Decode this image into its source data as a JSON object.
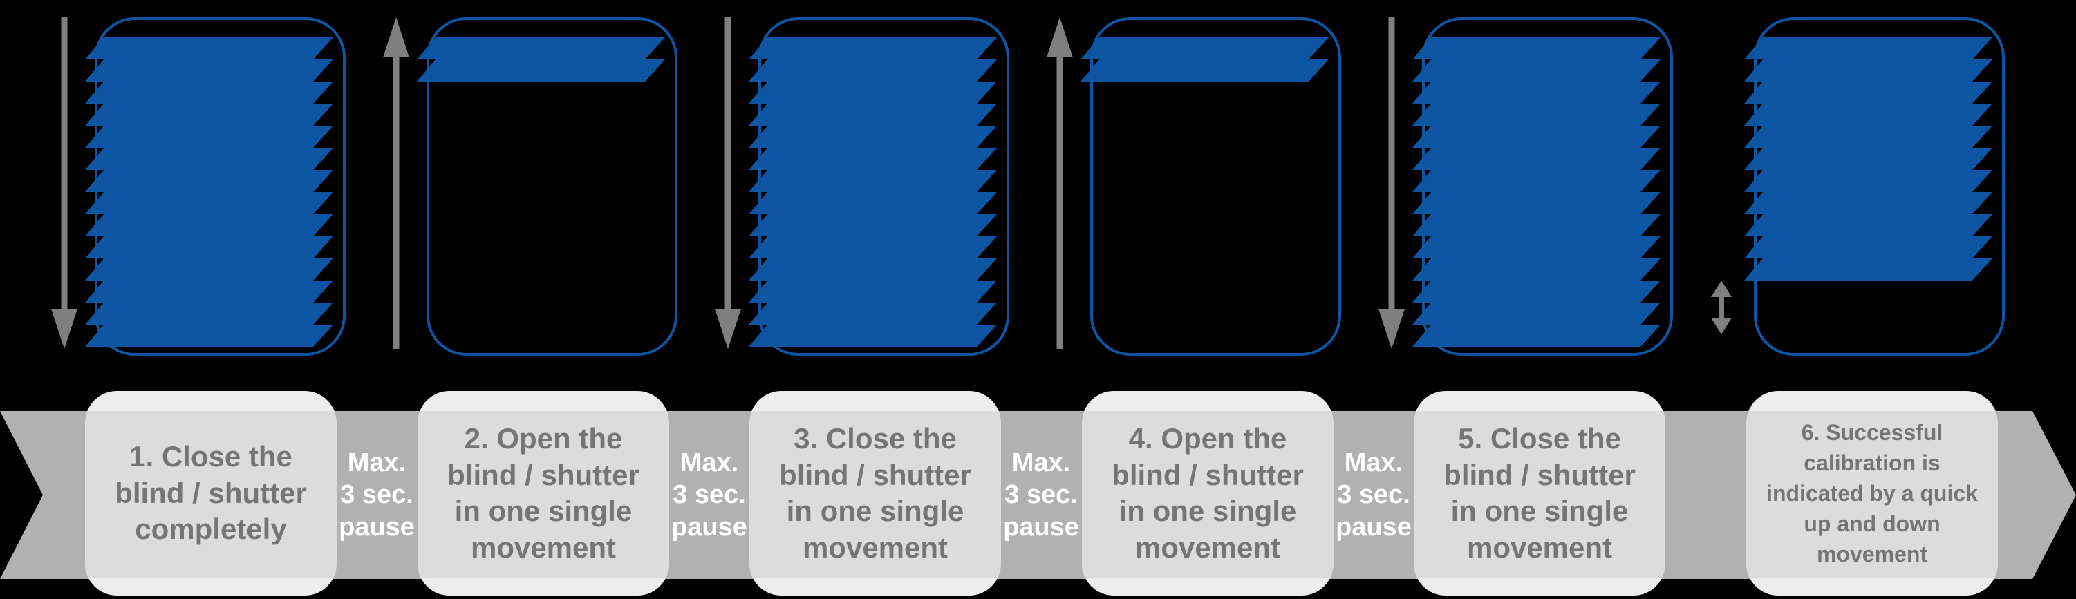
{
  "colors": {
    "background": "#000000",
    "blind_blue": "#0e55a3",
    "arrow_gray": "#7f7f7f",
    "band_gray": "#b1b1b1",
    "box_gray": "#dcdcdc",
    "box_cap_gray": "#ededed",
    "step_text_gray": "#757575",
    "pause_text": "#ffffff"
  },
  "steps": [
    {
      "label": "1. Close the\nblind / shutter\ncompletely",
      "arrow": "down",
      "blind_state": "fully closed",
      "slats": 14
    },
    {
      "label": "2. Open the\nblind / shutter\nin one single\nmovement",
      "arrow": "up",
      "blind_state": "open",
      "slats": 2
    },
    {
      "label": "3. Close the\nblind / shutter\nin one single\nmovement",
      "arrow": "down",
      "blind_state": "fully closed",
      "slats": 14
    },
    {
      "label": "4. Open the\nblind / shutter\nin one single\nmovement",
      "arrow": "up",
      "blind_state": "open",
      "slats": 2
    },
    {
      "label": "5. Close the\nblind / shutter\nin one single\nmovement",
      "arrow": "down",
      "blind_state": "fully closed",
      "slats": 14
    },
    {
      "label": "6. Successful\ncalibration is\nindicated by a quick\nup and down\nmovement",
      "arrow": "up-down",
      "blind_state": "almost closed",
      "slats": 11
    }
  ],
  "pause_label": "Max.\n3 sec.\npause",
  "pause_count": 4
}
